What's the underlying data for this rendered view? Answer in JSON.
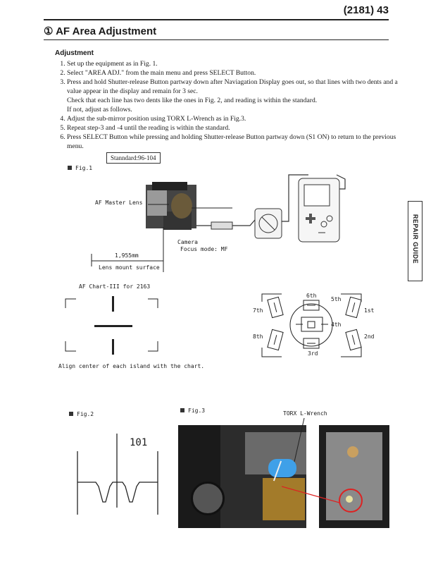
{
  "header": {
    "page_number": "(2181)  43"
  },
  "section": {
    "number_symbol": "①",
    "title": "AF Area Adjustment"
  },
  "side_tab": {
    "label": "REPAIR GUIDE"
  },
  "adjustment": {
    "heading": "Adjustment",
    "steps": [
      "Set up the equipment as in Fig. 1.",
      "Select \"AREA ADJ.\" from the main menu and press SELECT Button.",
      "Press and hold Shutter-release Button partway down after Naviagation Display goes out, so that lines with two dents and a value appear in the display and remain for 3 sec.",
      "Adjust the sub-mirror position using TORX L-Wrench as in Fig.3.",
      "Repeat step-3 and -4 until the reading is within the standard.",
      "Press SELECT Button while pressing and holding Shutter-release Button partway down (S1 ON) to return to the previous menu."
    ],
    "step3_note_1": "Check that each line has two dents like the ones in Fig. 2, and reading is within the standard.",
    "step3_note_2": "If not, adjust as follows.",
    "standard": "Stanndard:96-104"
  },
  "fig1": {
    "label": "Fig.1",
    "master_lens": "AF Master Lens",
    "distance": "1,955mm",
    "mount_surface": "Lens mount surface",
    "camera": "Camera",
    "focus_mode": "Focus mode: MF",
    "chart_title": "AF Chart-III for 2163",
    "align_note": "Align center of each island with the chart.",
    "islands": [
      "6th",
      "5th",
      "7th",
      "1st",
      "4th",
      "8th",
      "2nd",
      "3rd"
    ]
  },
  "fig2": {
    "label": "Fig.2",
    "reading": "101"
  },
  "fig3": {
    "label": "Fig.3",
    "wrench": "TORX L-Wrench"
  }
}
